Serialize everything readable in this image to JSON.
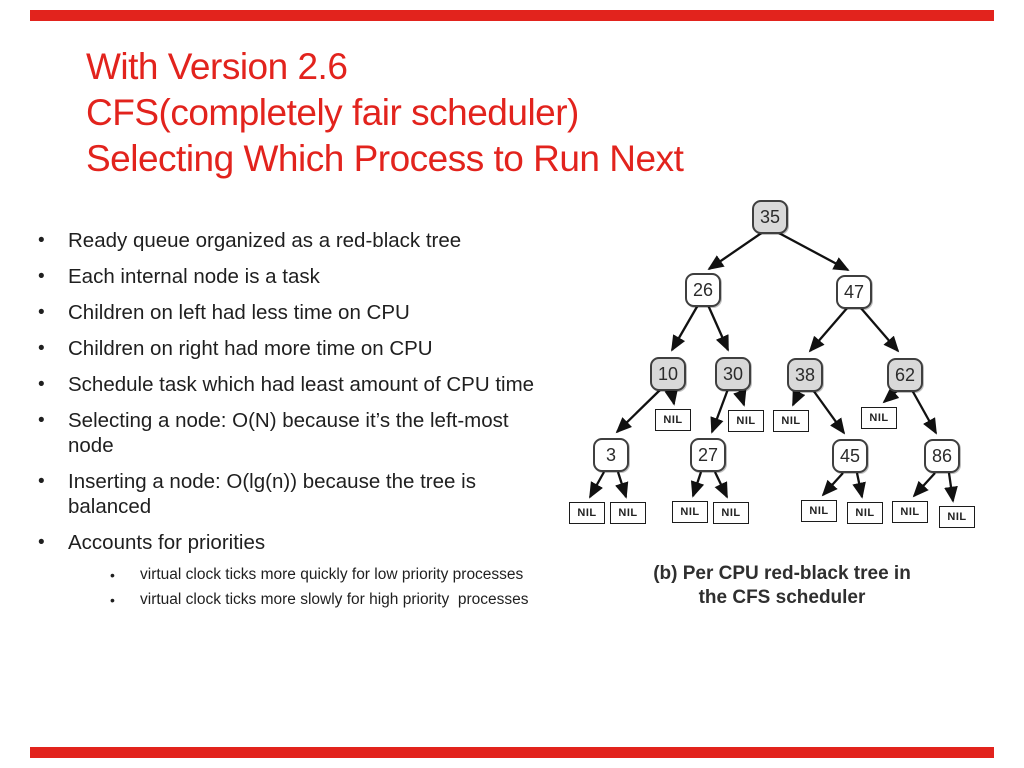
{
  "colors": {
    "accent": "#e2231d",
    "text": "#1f1f1f",
    "node_gray": "#d9d9d9",
    "node_border": "#3f3f3f",
    "caption": "#2f2f2f"
  },
  "bullet_char": "•",
  "title": {
    "line1": "With Version 2.6",
    "line2": "CFS(completely fair scheduler)",
    "line3": "Selecting Which Process to Run Next"
  },
  "bullets": [
    "Ready queue organized as a red-black tree",
    "Each internal node is a task",
    "Children on left had less time on CPU",
    "Children on right had more time on CPU",
    "Schedule task which had least amount of CPU time",
    "Selecting a node: O(N) because it’s the left-most node",
    "Inserting a node: O(lg(n)) because the tree is balanced",
    "Accounts for priorities"
  ],
  "sub_bullets": [
    "virtual clock ticks more quickly for low priority processes",
    "virtual clock ticks more slowly for high priority  processes"
  ],
  "figure": {
    "nil_label": "NIL",
    "caption_line1": "(b) Per CPU red-black tree in",
    "caption_line2": "the CFS scheduler",
    "nodes": {
      "n35": "35",
      "n26": "26",
      "n47": "47",
      "n10": "10",
      "n30": "30",
      "n38": "38",
      "n62": "62",
      "n3": "3",
      "n27": "27",
      "n45": "45",
      "n86": "86"
    }
  }
}
